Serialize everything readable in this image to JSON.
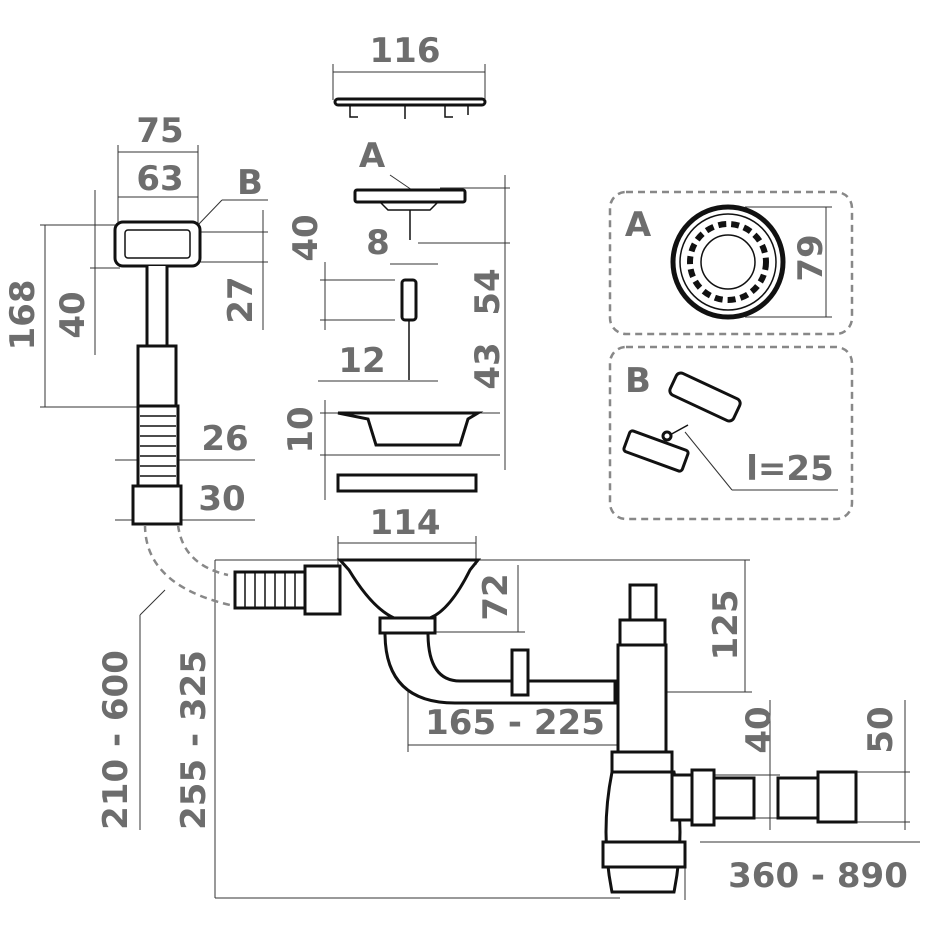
{
  "labels": {
    "strainer_width": "116",
    "overflow_outer_width": "75",
    "overflow_inner_width": "63",
    "marker_b": "B",
    "marker_a": "A",
    "overflow_total_height": "168",
    "overflow_head_height": "40",
    "plug_height": "40",
    "overflow_offset": "27",
    "stem_diameter": "8",
    "plug_total": "54",
    "screw_diameter": "12",
    "screw_length": "43",
    "flange_height": "10",
    "hose_diameter": "26",
    "hose_end_diameter": "30",
    "flange_diameter": "114",
    "trap_depth": "72",
    "branch_height": "125",
    "pipe_span": "165 - 225",
    "outlet_40": "40",
    "outlet_50": "50",
    "hose_length": "210 - 600",
    "total_height": "255 - 325",
    "outlet_range": "360 - 890"
  },
  "detail_a": {
    "label": "A",
    "diameter": "79"
  },
  "detail_b": {
    "label": "B",
    "screw_length": "l=25"
  }
}
